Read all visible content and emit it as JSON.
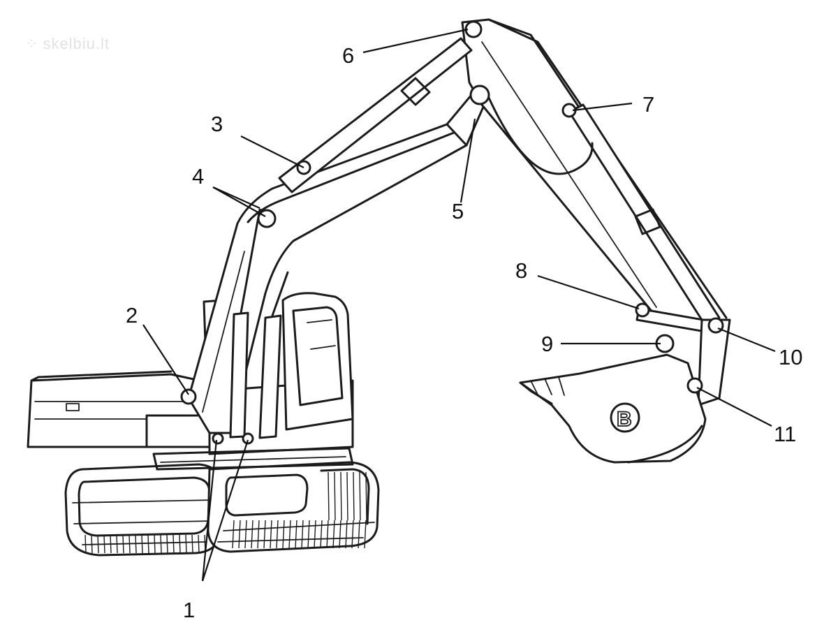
{
  "watermark": {
    "text": "skelbiu.lt",
    "icon": "dotted-logo-icon"
  },
  "callouts": [
    {
      "id": "1",
      "label": "1"
    },
    {
      "id": "2",
      "label": "2"
    },
    {
      "id": "3",
      "label": "3"
    },
    {
      "id": "4",
      "label": "4"
    },
    {
      "id": "5",
      "label": "5"
    },
    {
      "id": "6",
      "label": "6"
    },
    {
      "id": "7",
      "label": "7"
    },
    {
      "id": "8",
      "label": "8"
    },
    {
      "id": "9",
      "label": "9"
    },
    {
      "id": "10",
      "label": "10"
    },
    {
      "id": "11",
      "label": "11"
    }
  ],
  "bucket_logo": "B"
}
